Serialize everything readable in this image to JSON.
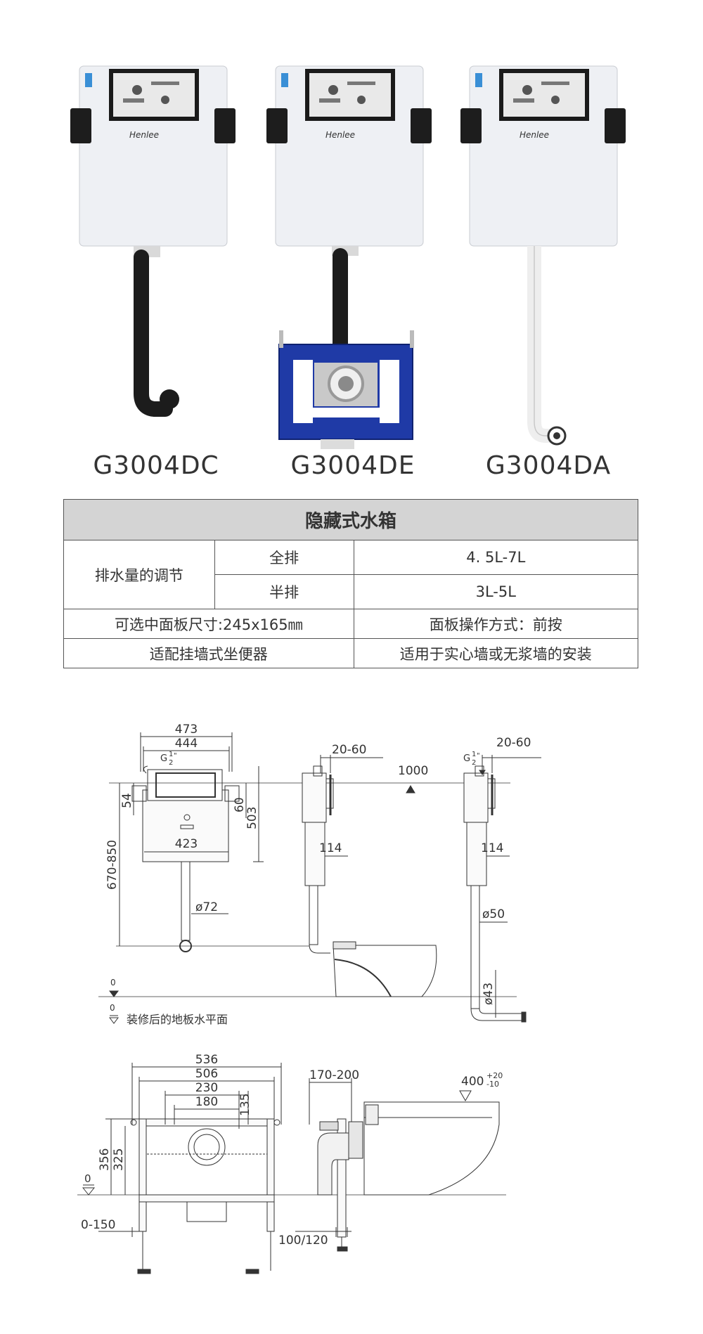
{
  "brand": {
    "logo_text": "Henlee"
  },
  "products": [
    {
      "model": "G3004DC"
    },
    {
      "model": "G3004DE"
    },
    {
      "model": "G3004DA"
    }
  ],
  "spec_table": {
    "title": "隐藏式水箱",
    "flush_adjust_label": "排水量的调节",
    "full_flush_label": "全排",
    "full_flush_value": "4. 5L-7L",
    "half_flush_label": "半排",
    "half_flush_value": "3L-5L",
    "panel_size": "可选中面板尺寸:245x165㎜",
    "panel_operation": "面板操作方式：前按",
    "toilet_fit": "适配挂墙式坐便器",
    "wall_fit": "适用于实心墙或无浆墙的安装"
  },
  "drawings": {
    "front": {
      "d473": "473",
      "d444": "444",
      "g_label": "G",
      "g_num": "1",
      "g_den": "2",
      "g_suffix": "\"",
      "d54": "54",
      "d60": "60",
      "d503": "503",
      "d670_850": "670-850",
      "d423": "423",
      "d72": "ø72",
      "zero": "0"
    },
    "side_de": {
      "d20_60": "20-60",
      "d1000": "1000",
      "d114": "114"
    },
    "side_da": {
      "g_label": "G",
      "g_num": "1",
      "g_den": "2",
      "g_suffix": "\"",
      "d20_60": "20-60",
      "d114": "114",
      "d50": "ø50",
      "d43": "ø43"
    },
    "floor_note": "装修后的地板水平面",
    "frame": {
      "d536": "536",
      "d506": "506",
      "d230": "230",
      "d180": "180",
      "d135": "135",
      "d356": "356",
      "d325": "325",
      "zero": "0",
      "d0_150": "0-150"
    },
    "frame_side": {
      "d170_200": "170-200",
      "d100_120": "100/120",
      "d400": "400",
      "d400_plus": "+20",
      "d400_minus": "-10"
    }
  }
}
